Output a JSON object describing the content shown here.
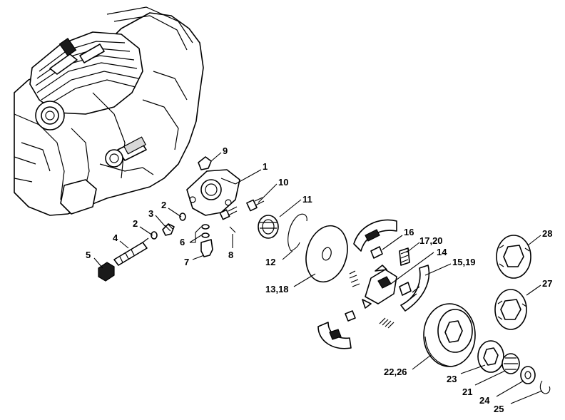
{
  "diagram": {
    "callouts": [
      {
        "id": "c1",
        "text": "1"
      },
      {
        "id": "c2a",
        "text": "2"
      },
      {
        "id": "c2b",
        "text": "2"
      },
      {
        "id": "c3",
        "text": "3"
      },
      {
        "id": "c4",
        "text": "4"
      },
      {
        "id": "c5",
        "text": "5"
      },
      {
        "id": "c6",
        "text": "6"
      },
      {
        "id": "c7",
        "text": "7"
      },
      {
        "id": "c8",
        "text": "8"
      },
      {
        "id": "c9",
        "text": "9"
      },
      {
        "id": "c10",
        "text": "10"
      },
      {
        "id": "c11",
        "text": "11"
      },
      {
        "id": "c12",
        "text": "12"
      },
      {
        "id": "c13",
        "text": "13,18"
      },
      {
        "id": "c14",
        "text": "14"
      },
      {
        "id": "c15",
        "text": "15,19"
      },
      {
        "id": "c16",
        "text": "16"
      },
      {
        "id": "c17",
        "text": "17,20"
      },
      {
        "id": "c21",
        "text": "21"
      },
      {
        "id": "c22",
        "text": "22,26"
      },
      {
        "id": "c23",
        "text": "23"
      },
      {
        "id": "c24",
        "text": "24"
      },
      {
        "id": "c25",
        "text": "25"
      },
      {
        "id": "c27",
        "text": "27"
      },
      {
        "id": "c28",
        "text": "28"
      }
    ]
  }
}
